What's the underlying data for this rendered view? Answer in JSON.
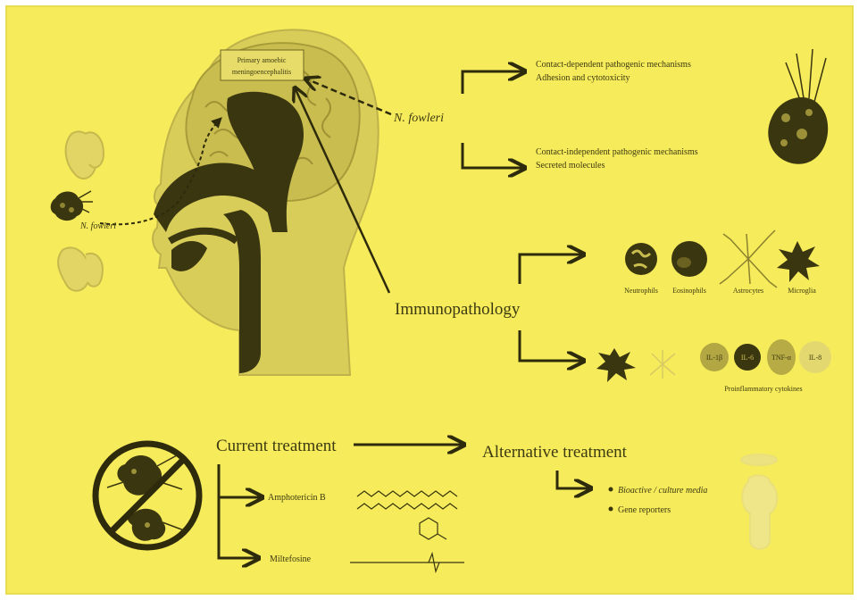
{
  "brain_box_lines": [
    "Primary amoebic",
    "meningoencephalitis"
  ],
  "n_fowleri_label": "N. fowleri",
  "n_fowleri_nasal_label": "N. fowleri",
  "mechanisms": {
    "contact_dependent_title": "Contact-dependent pathogenic mechanisms",
    "contact_dependent_sub": "Adhesion and cytotoxicity",
    "contact_independent_title": "Contact-independent pathogenic mechanisms",
    "contact_independent_sub": "Secreted molecules"
  },
  "immunopathology_label": "Immunopathology",
  "immune_cells": [
    "Neutrophils",
    "Eosinophils",
    "Astrocytes",
    "Microglia"
  ],
  "cytokine_markers": [
    "IL-1β",
    "IL-6",
    "TNF-α",
    "IL-8"
  ],
  "cytokines_label": "Proinflammatory cytokines",
  "current_treatment_label": "Current treatment",
  "alternative_treatment_label": "Alternative treatment",
  "current_drugs": [
    "Amphotericin B",
    "Miltefosine"
  ],
  "alternative_options": [
    "Bioactive / culture media",
    "Gene reporters"
  ],
  "colors": {
    "background": "#f6eb5a",
    "ink": "#3d3a12",
    "tissue": "#d9cd5a"
  }
}
